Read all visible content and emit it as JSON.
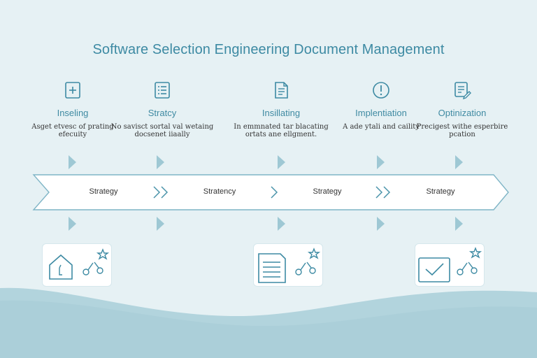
{
  "title": "Software Selection Engineering Document Management",
  "stages": [
    {
      "title": "Inseling",
      "desc": "Asget etvesc of prating efecuity",
      "icon": "add-document-icon"
    },
    {
      "title": "Stratcy",
      "desc": "No savisct sortal val wetaing docsenet iiaally",
      "icon": "list-document-icon"
    },
    {
      "title": "Insillating",
      "desc": "In emmnated tar blacating ortats ane ellgment.",
      "icon": "text-document-icon"
    },
    {
      "title": "Implentiation",
      "desc": "A ade ytali and caility",
      "icon": "alert-circle-icon"
    },
    {
      "title": "Optinization",
      "desc": "Precigest withe esperbire pcation",
      "icon": "edit-document-icon"
    }
  ],
  "band_labels": [
    "Strategy",
    "Stratency",
    "Strategy",
    "Strategy"
  ],
  "cards": [
    {
      "icon": "home-icon",
      "secondary_icon": "workflow-star-icon"
    },
    {
      "icon": "document-icon",
      "secondary_icon": "workflow-star-icon"
    },
    {
      "icon": "checkmark-screen-icon",
      "secondary_icon": "workflow-star-icon"
    }
  ],
  "colors": {
    "background": "#e6f1f4",
    "accent": "#3d8aa3",
    "arrow": "#9ec8d4",
    "wave": "#b2d4dd"
  }
}
